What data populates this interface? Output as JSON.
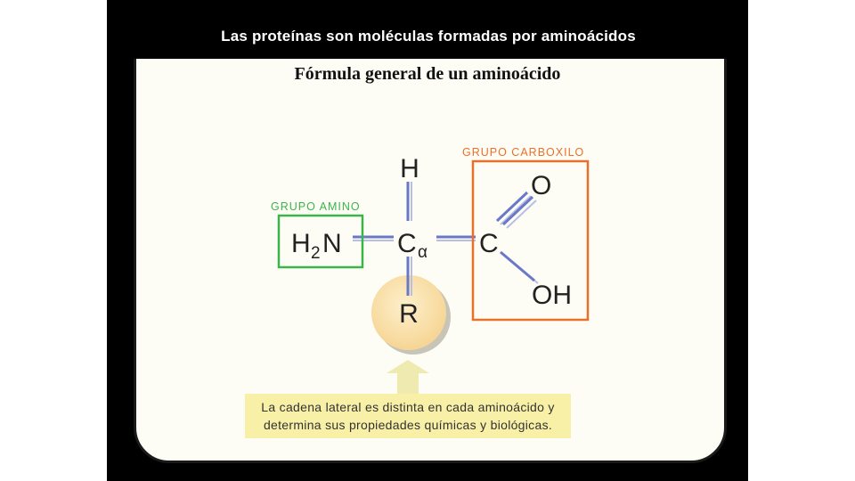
{
  "slide": {
    "title": "Las proteínas son moléculas formadas por aminoácidos",
    "subtitle": "Fórmula general de un aminoácido"
  },
  "diagram": {
    "groups": {
      "amino_label": "GRUPO AMINO",
      "carboxyl_label": "GRUPO CARBOXILO"
    },
    "atoms": {
      "hydrogen": "H",
      "amine_h": "H",
      "amine_sub": "2",
      "amine_n": "N",
      "alpha_c": "C",
      "alpha_symbol": "α",
      "carboxyl_c": "C",
      "oxygen": "O",
      "hydroxyl": "OH",
      "side_chain": "R"
    },
    "note": {
      "line1": "La cadena lateral es distinta en cada aminoácido y",
      "line2": "determina sus propiedades químicas y biológicas."
    }
  },
  "colors": {
    "amino_green": "#3bb54a",
    "carboxyl_orange": "#e9702b",
    "bond_blue": "#6a78c8",
    "side_chain_fill": "#fadfa6",
    "callout_fill": "#f7f0a6",
    "arrow_fill": "#eeeab0"
  }
}
